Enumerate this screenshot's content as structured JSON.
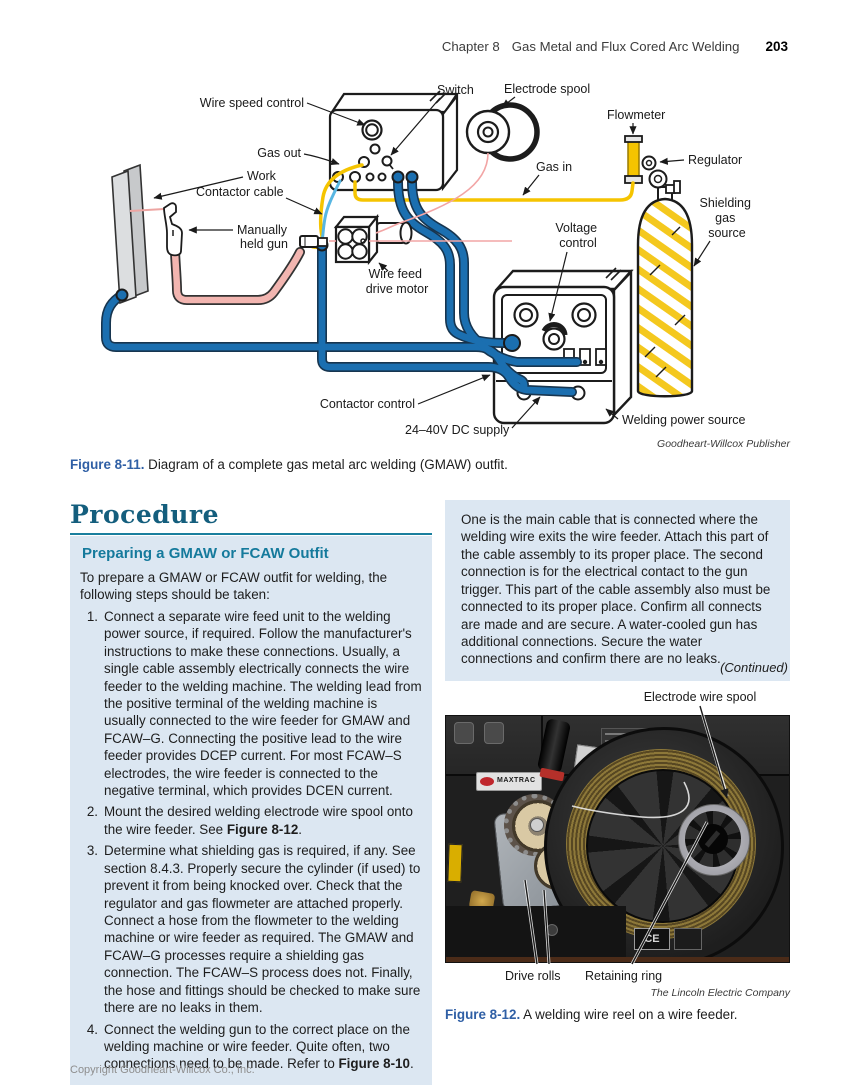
{
  "header": {
    "chapter": "Chapter 8",
    "title": "Gas Metal and Flux Cored Arc Welding",
    "page_number": "203"
  },
  "figure1": {
    "label": "Figure 8-11.",
    "caption": "Diagram of a complete gas metal arc welding (GMAW) outfit.",
    "credit": "Goodheart-Willcox Publisher",
    "labels": {
      "wire_speed_control": "Wire speed control",
      "switch": "Switch",
      "electrode_spool": "Electrode spool",
      "flowmeter": "Flowmeter",
      "gas_out": "Gas out",
      "work": "Work",
      "contactor_cable": "Contactor cable",
      "gas_in": "Gas in",
      "regulator": "Regulator",
      "manually_held_gun": [
        "Manually",
        "held gun"
      ],
      "voltage_control": [
        "Voltage",
        "control"
      ],
      "shielding_gas_source": [
        "Shielding",
        "gas",
        "source"
      ],
      "wire_feed_drive_motor": [
        "Wire feed",
        "drive motor"
      ],
      "contactor_control": "Contactor control",
      "dc_supply": "24–40V DC supply",
      "welding_power_source": "Welding power source"
    }
  },
  "procedure": {
    "heading": "Procedure",
    "subheading": "Preparing a GMAW or FCAW Outfit",
    "intro": "To prepare a GMAW or FCAW outfit for welding, the following steps should be taken:",
    "steps": [
      {
        "num": "1.",
        "segments": [
          {
            "text": "Connect a separate wire feed unit to the welding power source, if required. Follow the manufacturer's instructions to make these connections. Usually, a single cable assembly electrically connects the wire feeder to the welding machine. The welding lead from the positive terminal of the welding machine is usually connected to the wire feeder for GMAW and FCAW–G. Connecting the positive lead to the wire feeder provides DCEP current. For most FCAW–S electrodes, the wire feeder is connected to the negative terminal, which provides DCEN current.",
            "bold": false
          }
        ]
      },
      {
        "num": "2.",
        "segments": [
          {
            "text": "Mount the desired welding electrode wire spool onto the wire feeder. See ",
            "bold": false
          },
          {
            "text": "Figure 8-12",
            "bold": true
          },
          {
            "text": ".",
            "bold": false
          }
        ]
      },
      {
        "num": "3.",
        "segments": [
          {
            "text": "Determine what shielding gas is required, if any. See section 8.4.3. Properly secure the cylinder (if used) to prevent it from being knocked over. Check that the regulator and gas flowmeter are attached properly. Connect a hose from the flowmeter to the welding machine or wire feeder as required. The GMAW and FCAW–G processes require a shielding gas connection. The FCAW–S process does not. Finally, the hose and fittings should be checked to make sure there are no leaks in them.",
            "bold": false
          }
        ]
      },
      {
        "num": "4.",
        "segments": [
          {
            "text": "Connect the welding gun to the correct place on the welding machine or wire feeder. Quite often, two connections need to be made. Refer to ",
            "bold": false
          },
          {
            "text": "Figure 8-10",
            "bold": true
          },
          {
            "text": ".",
            "bold": false
          }
        ]
      }
    ]
  },
  "continuation": {
    "text": "One is the main cable that is connected where the welding wire exits the wire feeder. Attach this part of the cable assembly to its proper place. The second connection is for the electrical contact to the gun trigger. This part of the cable assembly also must be connected to its proper place. Confirm all connects are made and are secure. A water-cooled gun has additional connections. Secure the water connections and confirm there are no leaks.",
    "marker": "(Continued)"
  },
  "figure2": {
    "label": "Figure 8-12.",
    "caption": "A welding wire reel on a wire feeder.",
    "credit": "The Lincoln Electric Company",
    "labels": {
      "electrode_wire_spool": "Electrode wire spool",
      "drive_rolls": "Drive rolls",
      "retaining_ring": "Retaining ring"
    },
    "photo_text": {
      "brand": "MAXTRAC",
      "ce_mark": "CE"
    }
  },
  "footer": {
    "copyright": "Copyright Goodheart-Willcox Co., Inc."
  },
  "colors": {
    "heading_teal": "#145e7d",
    "subheading_teal": "#157a9c",
    "rule_teal": "#1a7f9e",
    "box_background": "#dce7f2",
    "figure_label_blue": "#2f5fa5",
    "cable_blue": "#1b6fb0",
    "gas_line_yellow": "#f5c400",
    "gun_cable_pink": "#f2b5b0",
    "contactor_cable_light_blue": "#58b6e2"
  }
}
